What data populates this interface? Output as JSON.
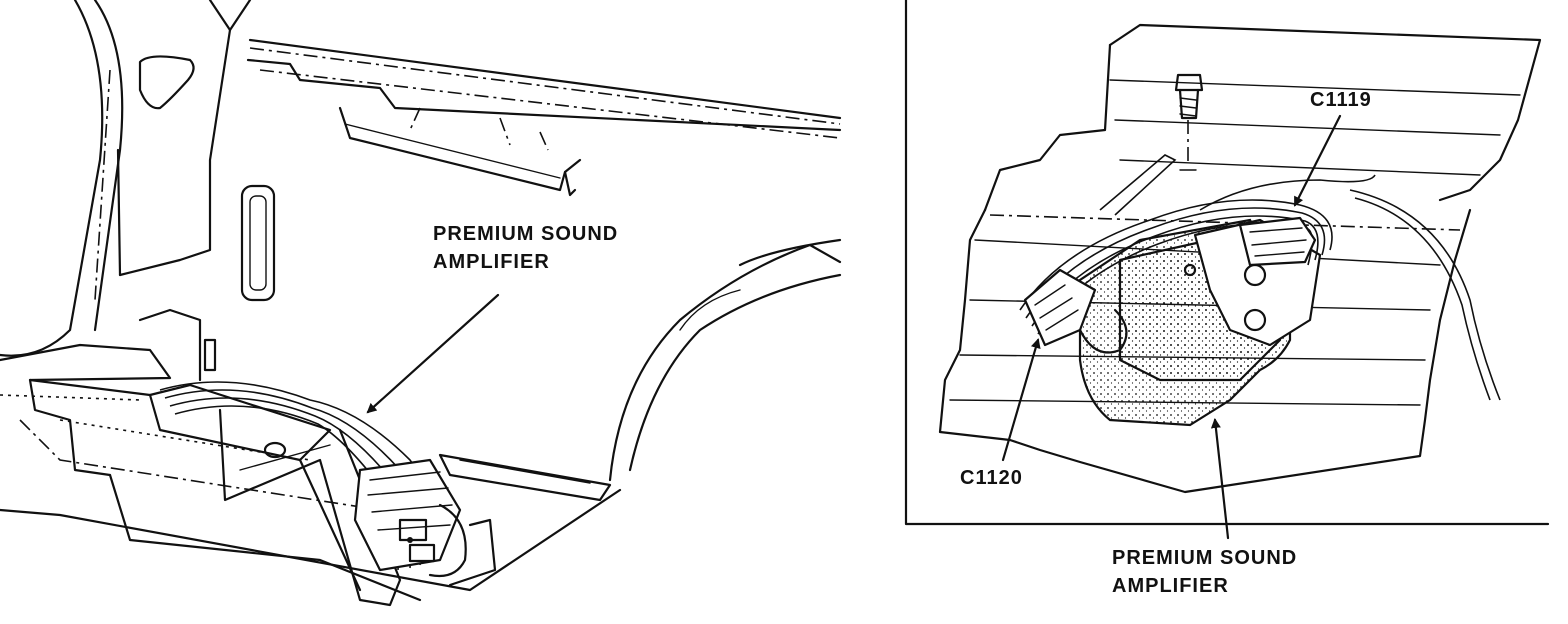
{
  "left_view": {
    "callout_line1": "PREMIUM SOUND",
    "callout_line2": "AMPLIFIER"
  },
  "right_view": {
    "connector_top": "C1119",
    "connector_left": "C1120",
    "callout_line1": "PREMIUM SOUND",
    "callout_line2": "AMPLIFIER"
  }
}
